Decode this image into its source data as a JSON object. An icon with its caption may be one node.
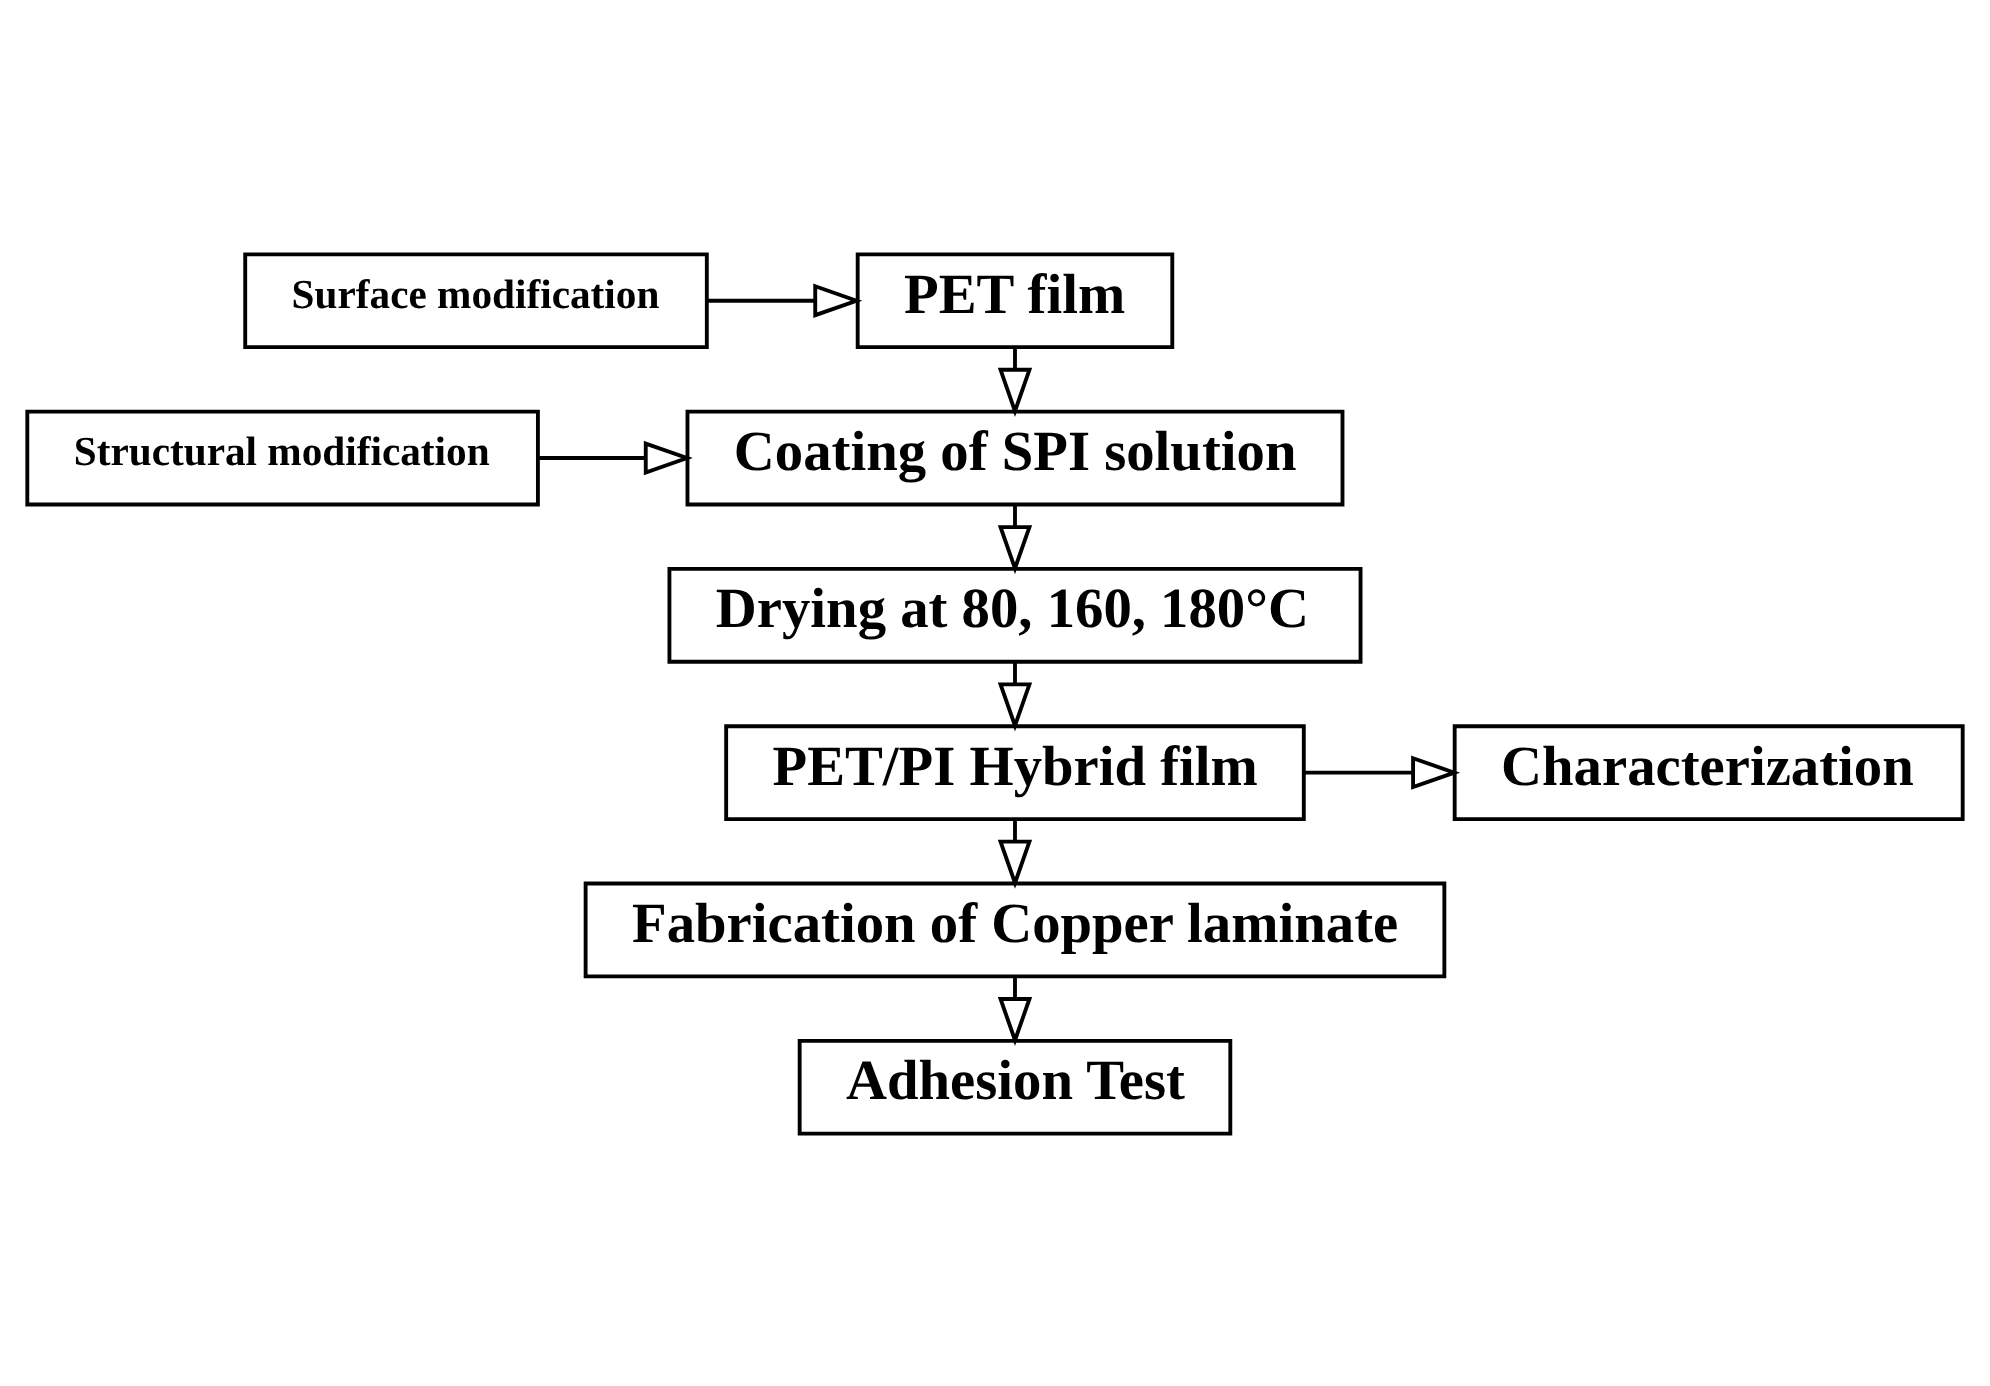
{
  "diagram": {
    "nodes": [
      {
        "text": [
          "PET film"
        ]
      },
      {
        "text": [
          "Surface modification"
        ]
      },
      {
        "text": [
          "Coating of SPI solution"
        ]
      },
      {
        "text": [
          "Structural modification"
        ]
      },
      {
        "text": [
          "Drying at 80, 160, 180°C"
        ]
      },
      {
        "text": [
          "PET/PI Hybrid film"
        ]
      },
      {
        "text": [
          "Characterization"
        ]
      },
      {
        "text": [
          "Fabrication of Copper laminate"
        ]
      },
      {
        "text": [
          "Adhesion Test"
        ]
      }
    ],
    "edges": [
      {
        "from": 1,
        "to": 0,
        "arrow": "to"
      },
      {
        "from": 0,
        "to": 2,
        "arrow": "to"
      },
      {
        "from": 3,
        "to": 2,
        "arrow": "to"
      },
      {
        "from": 2,
        "to": 4,
        "arrow": "to"
      },
      {
        "from": 4,
        "to": 5,
        "arrow": "to"
      },
      {
        "from": 5,
        "to": 6,
        "arrow": "to"
      },
      {
        "from": 5,
        "to": 7,
        "arrow": "to"
      },
      {
        "from": 7,
        "to": 8,
        "arrow": "to"
      }
    ]
  }
}
